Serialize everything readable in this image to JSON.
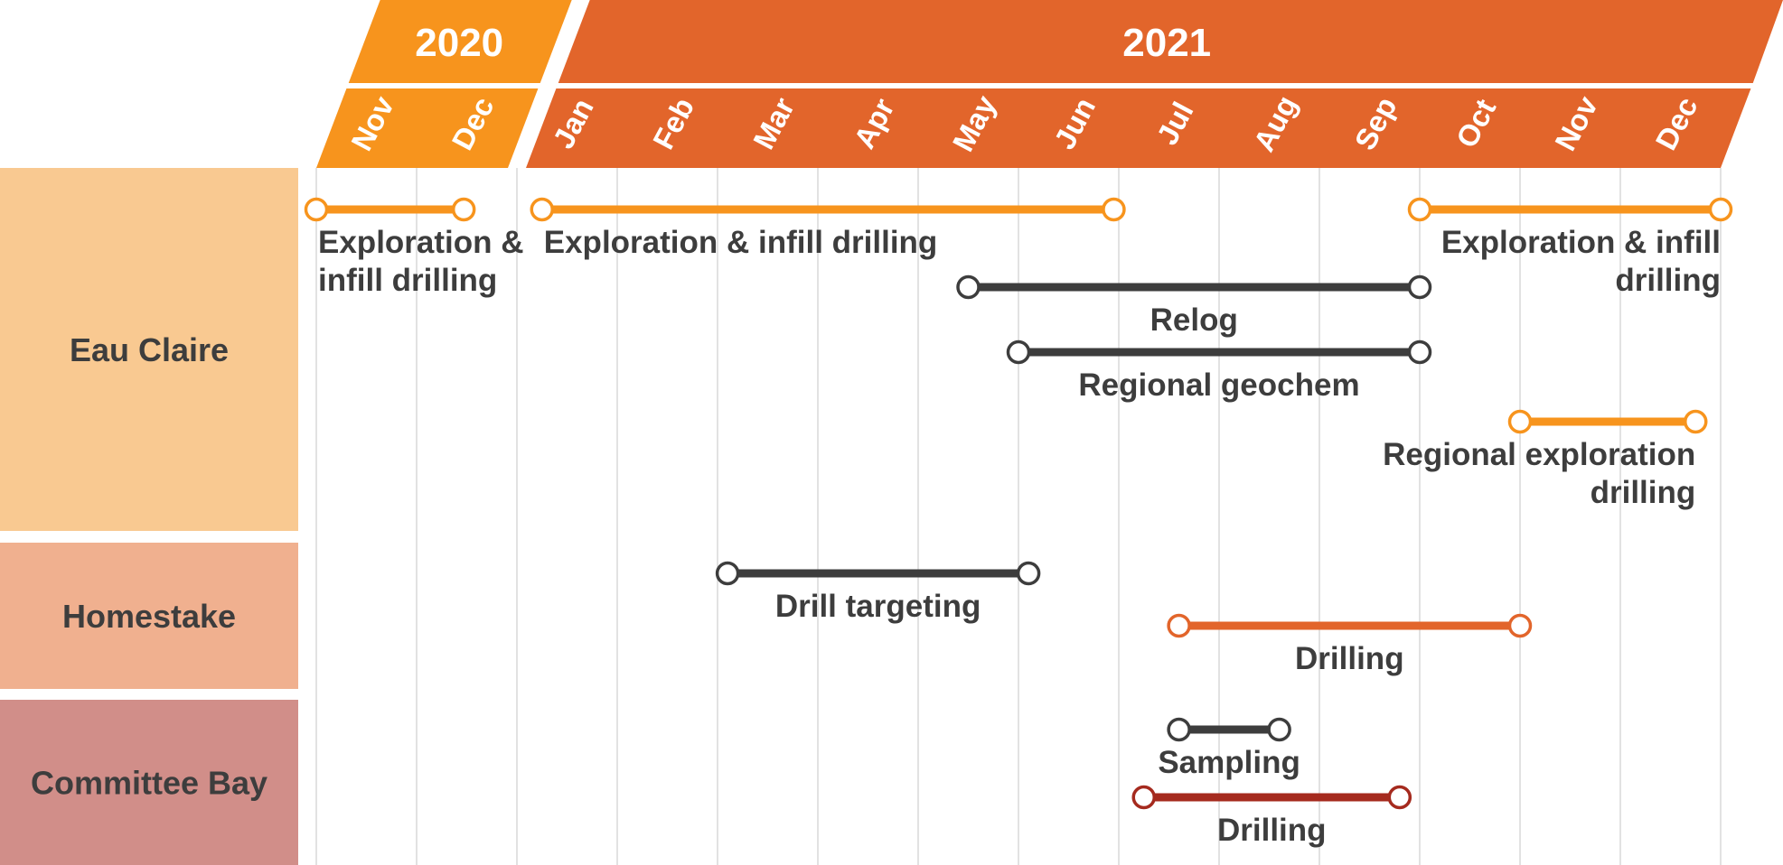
{
  "chart_data": {
    "type": "gantt",
    "title": "",
    "years": [
      {
        "label": "2020",
        "months": [
          "Nov",
          "Dec"
        ]
      },
      {
        "label": "2021",
        "months": [
          "Jan",
          "Feb",
          "Mar",
          "Apr",
          "May",
          "Jun",
          "Jul",
          "Aug",
          "Sep",
          "Oct",
          "Nov",
          "Dec"
        ]
      }
    ],
    "months": [
      "Nov",
      "Dec",
      "Jan",
      "Feb",
      "Mar",
      "Apr",
      "May",
      "Jun",
      "Jul",
      "Aug",
      "Sep",
      "Oct",
      "Nov",
      "Dec"
    ],
    "projects": [
      {
        "name": "Eau Claire",
        "color": "#f9c991"
      },
      {
        "name": "Homestake",
        "color": "#f0b08f"
      },
      {
        "name": "Committee Bay",
        "color": "#d18e89"
      }
    ],
    "tasks": [
      {
        "project": "Eau Claire",
        "label_lines": [
          "Exploration &",
          "infill drilling"
        ],
        "start": 0.0,
        "end": 1.47,
        "color": "#f7941d",
        "label_align": "start"
      },
      {
        "project": "Eau Claire",
        "label_lines": [
          "Exploration & infill drilling"
        ],
        "start": 2.25,
        "end": 7.95,
        "color": "#f7941d",
        "label_align": "start"
      },
      {
        "project": "Eau Claire",
        "label_lines": [
          "Exploration & infill",
          "drilling"
        ],
        "start": 11.0,
        "end": 14.0,
        "color": "#f7941d",
        "label_align": "end"
      },
      {
        "project": "Eau Claire",
        "label_lines": [
          "Relog"
        ],
        "start": 6.5,
        "end": 11.0,
        "color": "#3d3d3d",
        "label_align": "middle"
      },
      {
        "project": "Eau Claire",
        "label_lines": [
          "Regional geochem"
        ],
        "start": 7.0,
        "end": 11.0,
        "color": "#3d3d3d",
        "label_align": "middle"
      },
      {
        "project": "Eau Claire",
        "label_lines": [
          "Regional exploration",
          "drilling"
        ],
        "start": 12.0,
        "end": 13.75,
        "color": "#f7941d",
        "label_align": "end"
      },
      {
        "project": "Homestake",
        "label_lines": [
          "Drill targeting"
        ],
        "start": 4.1,
        "end": 7.1,
        "color": "#3d3d3d",
        "label_align": "middle"
      },
      {
        "project": "Homestake",
        "label_lines": [
          "Drilling"
        ],
        "start": 8.6,
        "end": 12.0,
        "color": "#e2652b",
        "label_align": "middle"
      },
      {
        "project": "Committee Bay",
        "label_lines": [
          "Sampling"
        ],
        "start": 8.6,
        "end": 9.6,
        "color": "#3d3d3d",
        "label_align": "middle"
      },
      {
        "project": "Committee Bay",
        "label_lines": [
          "Drilling"
        ],
        "start": 8.25,
        "end": 10.8,
        "color": "#a52a1e",
        "label_align": "middle"
      }
    ],
    "colors": {
      "year_2020": "#f7941d",
      "year_2021": "#e2652b",
      "label_text": "#3d3d3d",
      "grid": "#d9d9d9",
      "header_text": "#ffffff"
    },
    "grid": true
  }
}
